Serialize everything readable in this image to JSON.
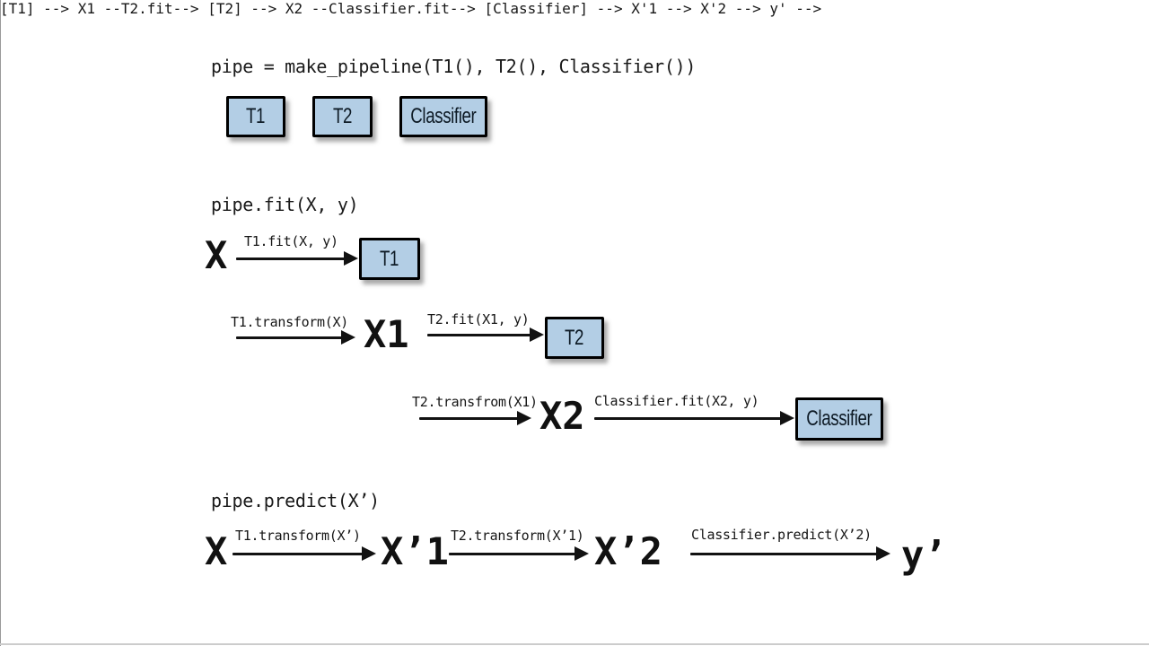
{
  "window": {
    "bg": "#ffffff",
    "bottom_edge_line": "#cccccc",
    "left_edge_line": "#9a9a9a"
  },
  "colors": {
    "box_fill": "#b3cee5",
    "box_border": "#000000",
    "arrow": "#121212",
    "text": "#161616"
  },
  "code": {
    "pipeline": "pipe = make_pipeline(T1(), T2(), Classifier())",
    "fit": "pipe.fit(X, y)",
    "predict": "pipe.predict(X’)"
  },
  "pipeline_row": {
    "boxes": [
      {
        "label": "T1"
      },
      {
        "label": "T2"
      },
      {
        "label": "Classifier"
      }
    ]
  },
  "fit_diagram": {
    "row1": {
      "input": "X",
      "arrow_label": "T1.fit(X, y)",
      "box_label": "T1"
    },
    "row2": {
      "arrow1_label": "T1.transform(X)",
      "intermediate": "X1",
      "arrow2_label": "T2.fit(X1, y)",
      "box_label": "T2"
    },
    "row3": {
      "arrow1_label": "T2.transfrom(X1)",
      "intermediate": "X2",
      "arrow2_label": "Classifier.fit(X2, y)",
      "box_label": "Classifier"
    }
  },
  "predict_diagram": {
    "input": "X",
    "arrow1_label": "T1.transform(X’)",
    "out1": "X’1",
    "arrow2_label": "T2.transform(X’1)",
    "out2": "X’2",
    "arrow3_label": "Classifier.predict(X’2)",
    "output": "y’"
  }
}
